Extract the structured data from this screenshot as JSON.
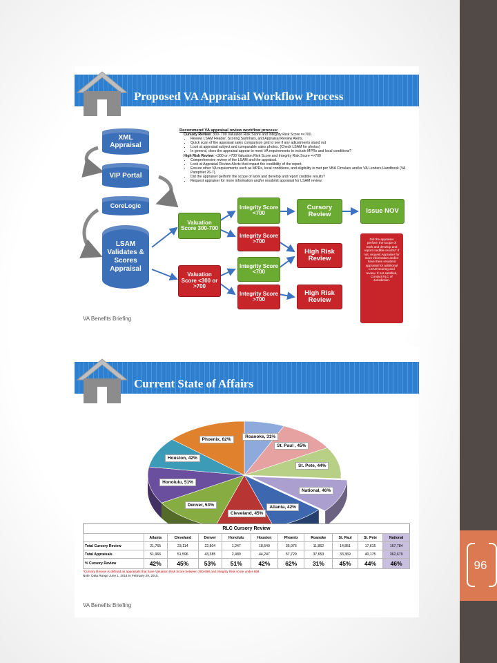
{
  "page": {
    "number": "96"
  },
  "slide1": {
    "title": "Proposed VA Appraisal Workflow Process",
    "footer": "VA Benefits Briefing",
    "recommend": {
      "heading": "Recommend VA appraisal review workflow process:",
      "cursory_label": "Cursory Review",
      "cursory_text": ": 300- 700 Valuation Risk Score and Integrity Risk Score =<700.",
      "cursory_items": [
        "Review LSAM Header, Scoring Summary, and Appraisal Review Alerts.",
        "Quick scan of the appraisal sales comparison grid to see if any adjustments stand out",
        "Look at appraisal subject and comparable sales photos. (Check LSAM for photos)",
        "In general, does the appraisal appear to meet VA requirements to include MPRs and local conditions?"
      ],
      "high_label": "High Risk Review",
      "high_text": ": <300 or >700 Valuation Risk Score and Integrity Risk Score =>700",
      "high_items": [
        "Comprehensive review of the LSAM and the appraisal.",
        "Look at Appraisal Review Alerts that impact the credibility of the report.",
        "Ensure other VA requirements such as MPRs, local conditions, and eligibility is met per VBA Circulars and/or VA Lenders Handbook (VA Pamphlet 26-7).",
        "Did the appraiser perform the scope of work and develop and report credible results?",
        "Request appraiser for more information and/or resubmit appraisal for LSAM review."
      ]
    },
    "flow": {
      "xml": "XML Appraisal",
      "vip": "VIP Portal",
      "corelogic": "CoreLogic",
      "lsam": "LSAM Validates & Scores Appraisal",
      "val_green": "Valuation Score 300-700",
      "val_red": "Valuation Score <300 or >700",
      "int1": "Integrity Score <700",
      "int2": "Integrity Score >700",
      "int3": "Integrity Score <700",
      "int4": "Integrity Score >700",
      "cursory": "Cursory Review",
      "high1": "High Risk Review",
      "high2": "High Risk Review",
      "issue": "Issue NOV",
      "side_note": "Did the appraiser perform the scope of work and develop and report credible results? If not, request Appraiser for more information and/or have them resubmit appraisal for additional LSAM scoring and review. If not satisfied, Contact RLC of Jurisdiction."
    }
  },
  "slide2": {
    "title": "Current State of Affairs",
    "footer": "VA Benefits Briefing"
  },
  "chart_data": {
    "type": "pie",
    "slices": [
      {
        "label": "Roanoke, 31%",
        "value": 31,
        "color": "#8ea9db"
      },
      {
        "label": "St. Paul , 45%",
        "value": 45,
        "color": "#e6a1a1"
      },
      {
        "label": "St. Pete, 44%",
        "value": 44,
        "color": "#b8cf86"
      },
      {
        "label": "National, 46%",
        "value": 46,
        "color": "#ab9fcf"
      },
      {
        "label": "Atlanta, 42%",
        "value": 42,
        "color": "#3d68b0"
      },
      {
        "label": "Cleveland, 45%",
        "value": 45,
        "color": "#b73532"
      },
      {
        "label": "Denver, 53%",
        "value": 53,
        "color": "#86ac42"
      },
      {
        "label": "Honolulu, 51%",
        "value": 51,
        "color": "#6a4f9e"
      },
      {
        "label": "Houston, 42%",
        "value": 42,
        "color": "#3c9bb7"
      },
      {
        "label": "Phoenix, 62%",
        "value": 62,
        "color": "#e0812e"
      }
    ]
  },
  "table": {
    "title": "RLC Cursory Review",
    "columns": [
      "Atlanta",
      "Cleveland",
      "Denver",
      "Honolulu",
      "Houston",
      "Phoenix",
      "Roanoke",
      "St. Paul",
      "St. Pete",
      "National"
    ],
    "rows": [
      {
        "label": "Total Cursory Review",
        "values": [
          "21,765",
          "23,114",
          "22,804",
          "1,247",
          "18,540",
          "35,976",
          "11,852",
          "14,851",
          "17,615",
          "167,784"
        ]
      },
      {
        "label": "Total Appraisals",
        "values": [
          "51,966",
          "51,596",
          "43,385",
          "2,489",
          "44,247",
          "57,729",
          "37,653",
          "33,369",
          "40,175",
          "362,679"
        ]
      },
      {
        "label": "% Cursory Review",
        "values": [
          "42%",
          "45%",
          "53%",
          "51%",
          "42%",
          "62%",
          "31%",
          "45%",
          "44%",
          "46%"
        ]
      }
    ],
    "note": "*Cursory Review is defined as appraisals that have Valuation Risk Score between 300-699 and Integrity Risk score under 699.",
    "note2": "Note: Data Range June 1, 2014 to February 29, 2015."
  }
}
